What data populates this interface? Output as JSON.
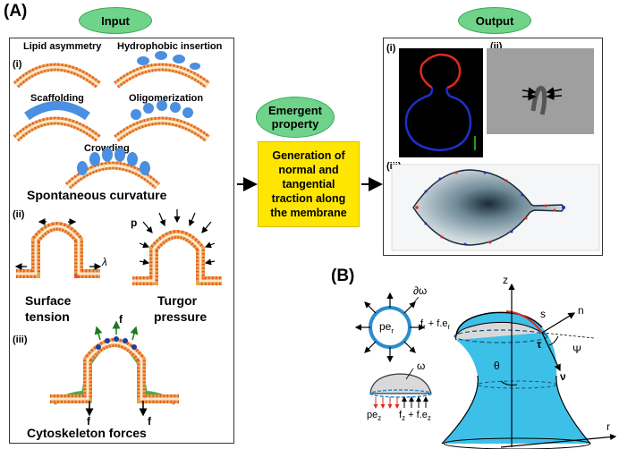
{
  "panel_a": "(A)",
  "panel_b": "(B)",
  "input_pill": "Input",
  "output_pill": "Output",
  "emergent_pill_line1": "Emergent",
  "emergent_pill_line2": "property",
  "center_box": {
    "l1": "Generation of",
    "l2": "normal and",
    "l3": "tangential",
    "l4": "traction along",
    "l5": "the membrane"
  },
  "input": {
    "i": "(i)",
    "ii": "(ii)",
    "iii": "(iii)",
    "lipid_asymmetry": "Lipid asymmetry",
    "hydrophobic_insertion": "Hydrophobic insertion",
    "scaffolding": "Scaffolding",
    "oligomerization": "Oligomerization",
    "crowding": "Crowding",
    "spontaneous_curvature": "Spontaneous curvature",
    "surface_tension_1": "Surface",
    "surface_tension_2": "tension",
    "turgor_1": "Turgor",
    "turgor_2": "pressure",
    "lambda": "λ",
    "p": "p",
    "f": "f",
    "cytoskeleton": "Cytoskeleton forces"
  },
  "output": {
    "i": "(i)",
    "ii": "(ii)",
    "iii": "(iii)"
  },
  "panel_b_labels": {
    "d_omega": "∂ω",
    "pe_r": "pe",
    "pe_r_sub": "r",
    "fr_1": "f",
    "fr_sub": "r",
    "fr_2": " + f.e",
    "fr_sub2": "r",
    "omega": "ω",
    "pe_z": "pe",
    "pe_z_sub": "z",
    "fz_1": "f",
    "fz_sub": "z",
    "fz_2": " + f.e",
    "fz_sub2": "z",
    "z": "z",
    "r": "r",
    "s": "s",
    "n": "n",
    "tau": "τ",
    "psi": "Ψ",
    "nu": "ν",
    "theta": "θ"
  },
  "colors": {
    "pill_green": "#6fd38a",
    "yellow": "#ffe600",
    "membrane_red": "#e0281e",
    "membrane_blue": "#1f2ec8",
    "cyan_body": "#3cc0e8",
    "protein_blue": "#4a8fe0"
  }
}
